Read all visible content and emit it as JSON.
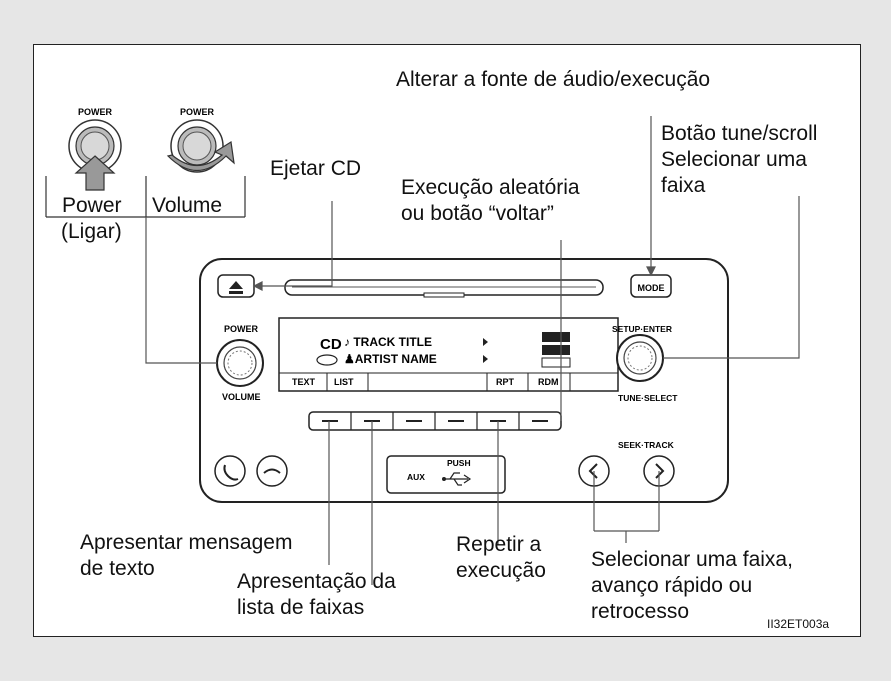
{
  "labels": {
    "audio_source": "Alterar a fonte de áudio/execução",
    "tune_scroll_1": "Botão tune/scroll",
    "tune_scroll_2": "Selecionar uma",
    "tune_scroll_3": "faixa",
    "eject": "Ejetar CD",
    "random_1": "Execução aleatória",
    "random_2": "ou botão “voltar”",
    "power": "Power",
    "power_sub": "(Ligar)",
    "volume": "Volume",
    "text_msg_1": "Apresentar mensagem",
    "text_msg_2": "de texto",
    "track_list_1": "Apresentação da",
    "track_list_2": "lista de faixas",
    "repeat_1": "Repetir a",
    "repeat_2": "execução",
    "seek_1": "Selecionar uma faixa,",
    "seek_2": "avanço rápido ou",
    "seek_3": "retrocesso"
  },
  "figure_code": "II32ET003a",
  "knob_power_small": "POWER",
  "knob_volume_small": "POWER",
  "unit": {
    "mode_button": "MODE",
    "power_label": "POWER",
    "volume_label": "VOLUME",
    "setup_enter": "SETUP·ENTER",
    "tune_select": "TUNE·SELECT",
    "seek_track": "SEEK·TRACK",
    "aux": "AUX",
    "push": "PUSH",
    "display": {
      "source": "CD",
      "track_title": "♪ TRACK TITLE",
      "artist_name": "♟ARTIST NAME",
      "soft_keys": [
        "TEXT",
        "LIST",
        "RPT",
        "RDM"
      ]
    }
  }
}
